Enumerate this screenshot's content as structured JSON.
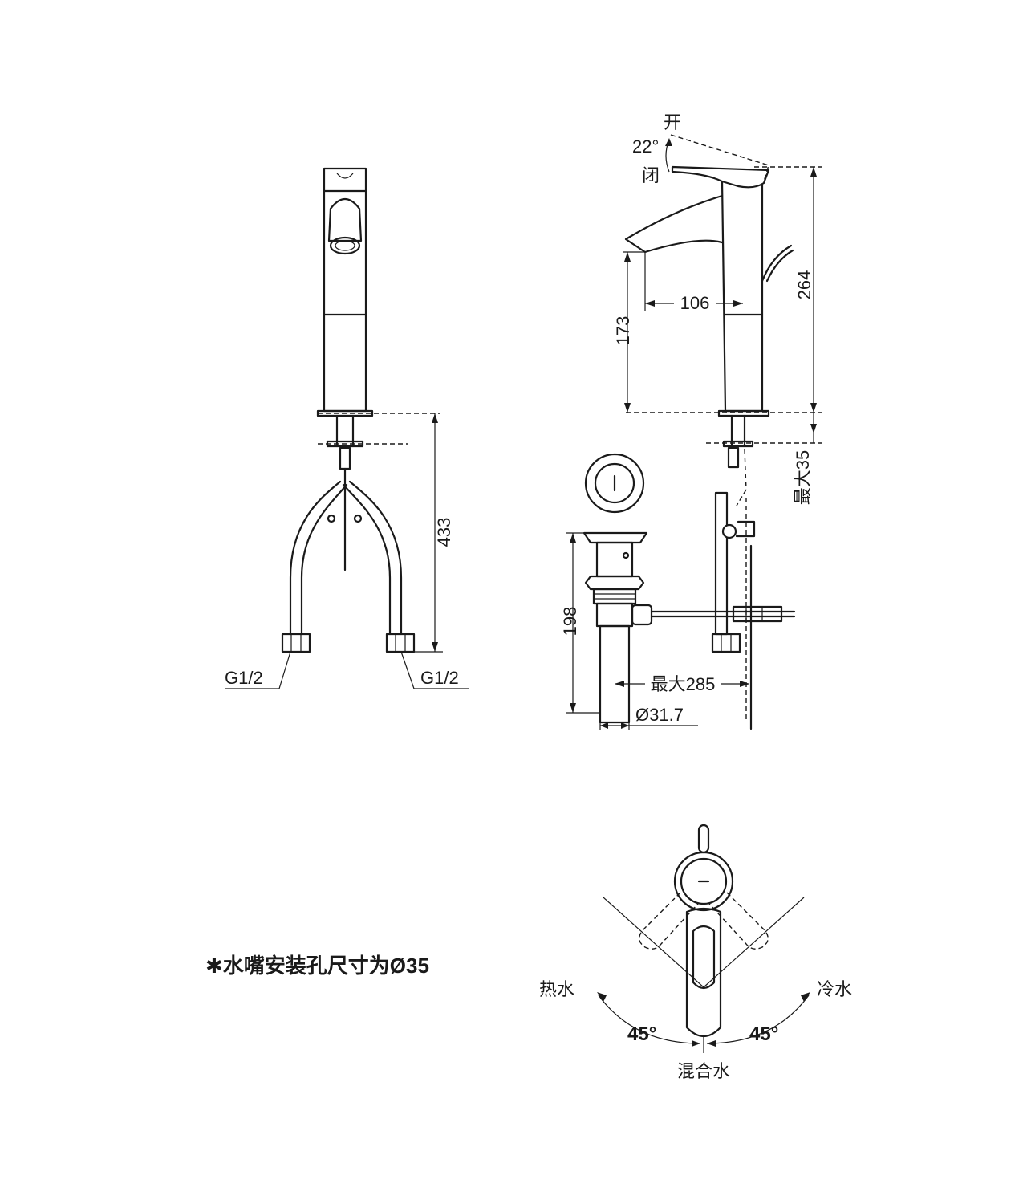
{
  "front_view": {
    "dim_height": "433",
    "inlet_left": "G1/2",
    "inlet_right": "G1/2"
  },
  "side_view": {
    "handle_open": "开",
    "handle_close": "闭",
    "handle_angle": "22°",
    "dim_total_height": "264",
    "dim_spout_reach": "106",
    "dim_spout_height": "173",
    "dim_deck_thickness": "最大35"
  },
  "drain": {
    "dim_height": "198",
    "dim_rod_length": "最大285",
    "dim_pipe_diameter": "Ø31.7"
  },
  "top_view": {
    "hot": "热水",
    "cold": "冷水",
    "mixed": "混合水",
    "angle_left": "45°",
    "angle_right": "45°"
  },
  "note": "✱水嘴安装孔尺寸为Ø35"
}
